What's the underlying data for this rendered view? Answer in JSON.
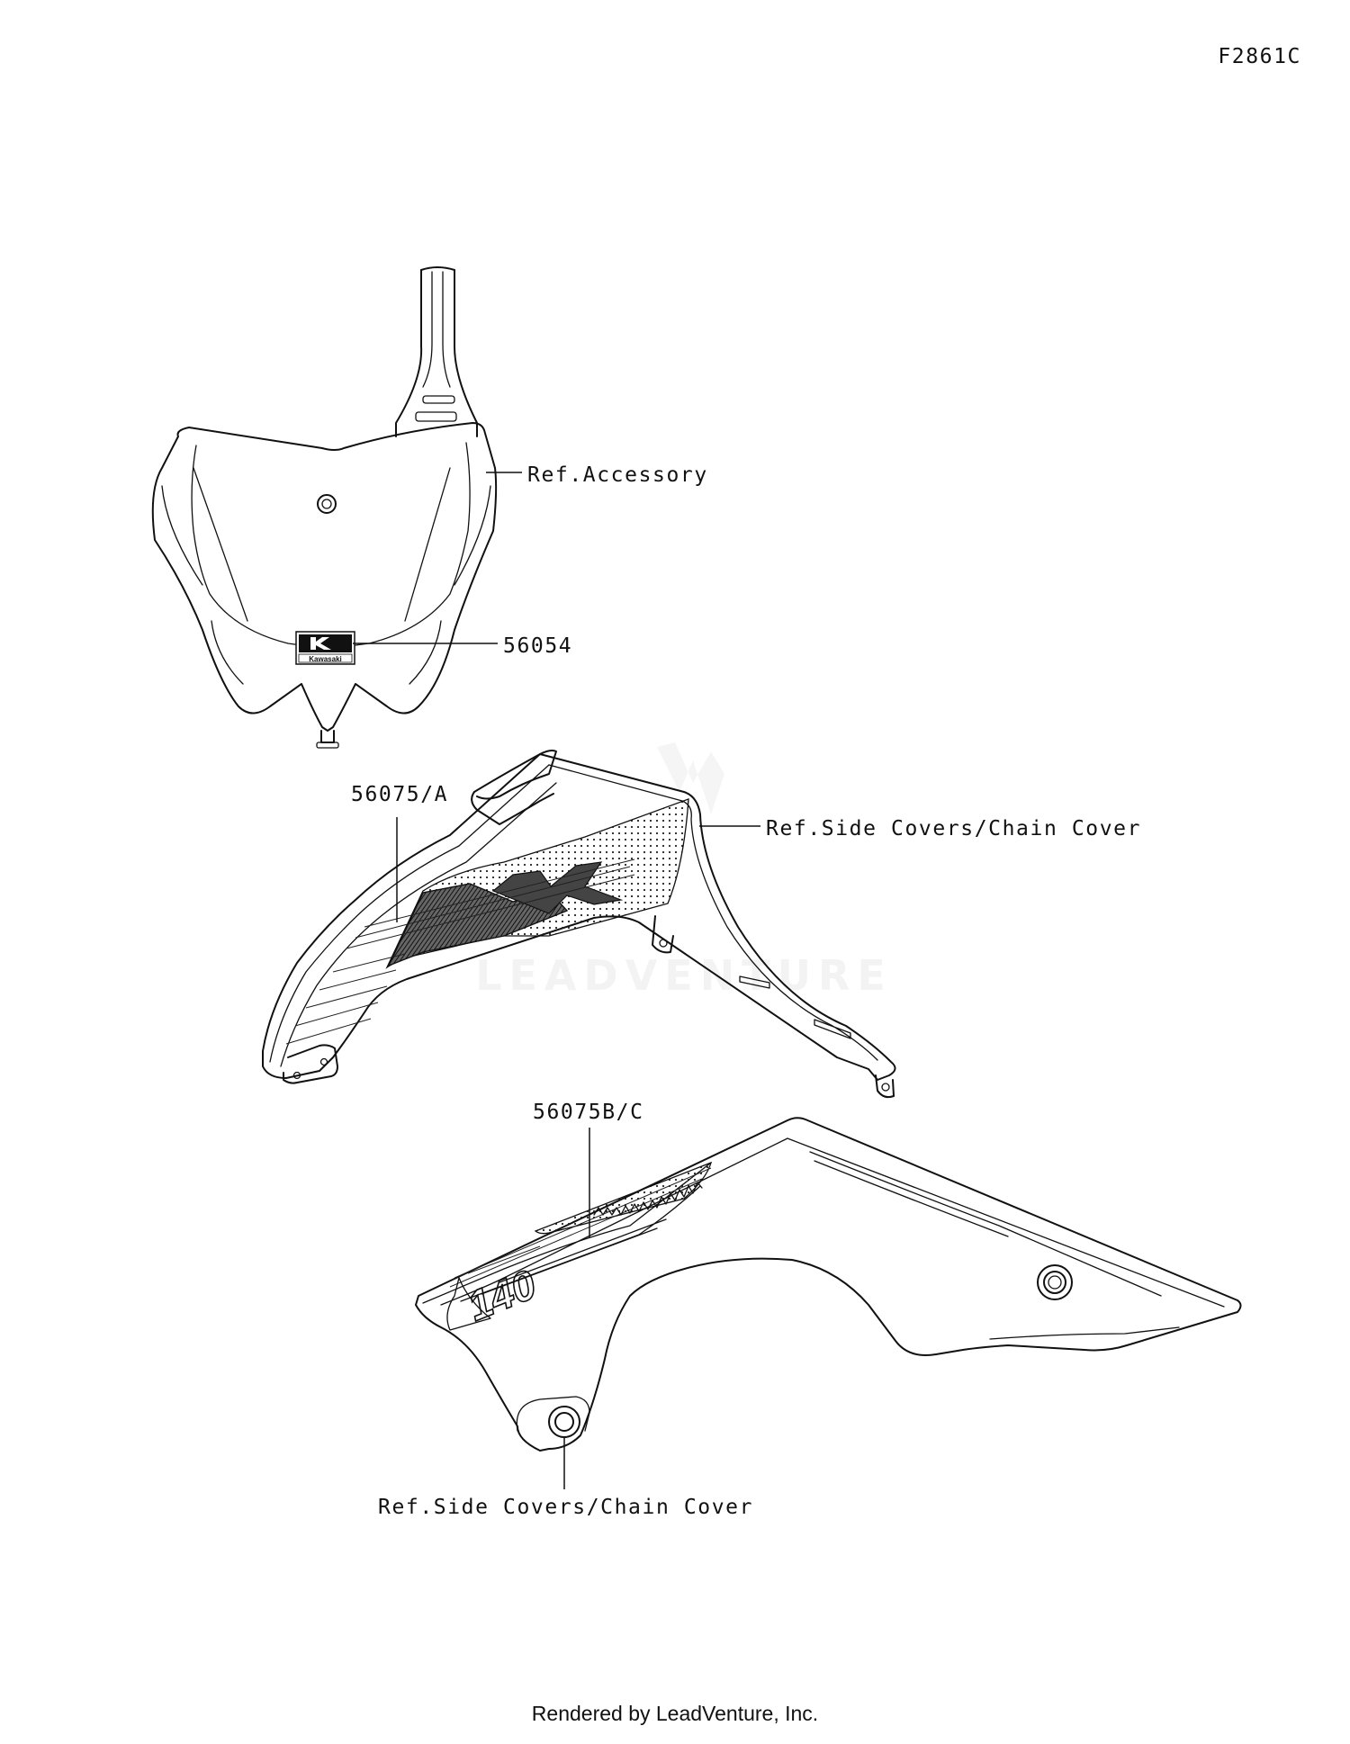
{
  "diagram_code": "F2861C",
  "footer": "Rendered by LeadVenture, Inc.",
  "watermark": "LEADVENTURE",
  "callouts": {
    "ref_accessory": "Ref.Accessory",
    "part_56054": "56054",
    "part_56075a": "56075/A",
    "ref_side_covers_upper": "Ref.Side Covers/Chain Cover",
    "part_56075bc": "56075B/C",
    "ref_side_covers_lower": "Ref.Side Covers/Chain Cover"
  },
  "decals": {
    "number_plate_brand": "Kawasaki",
    "shroud_number": "140"
  }
}
